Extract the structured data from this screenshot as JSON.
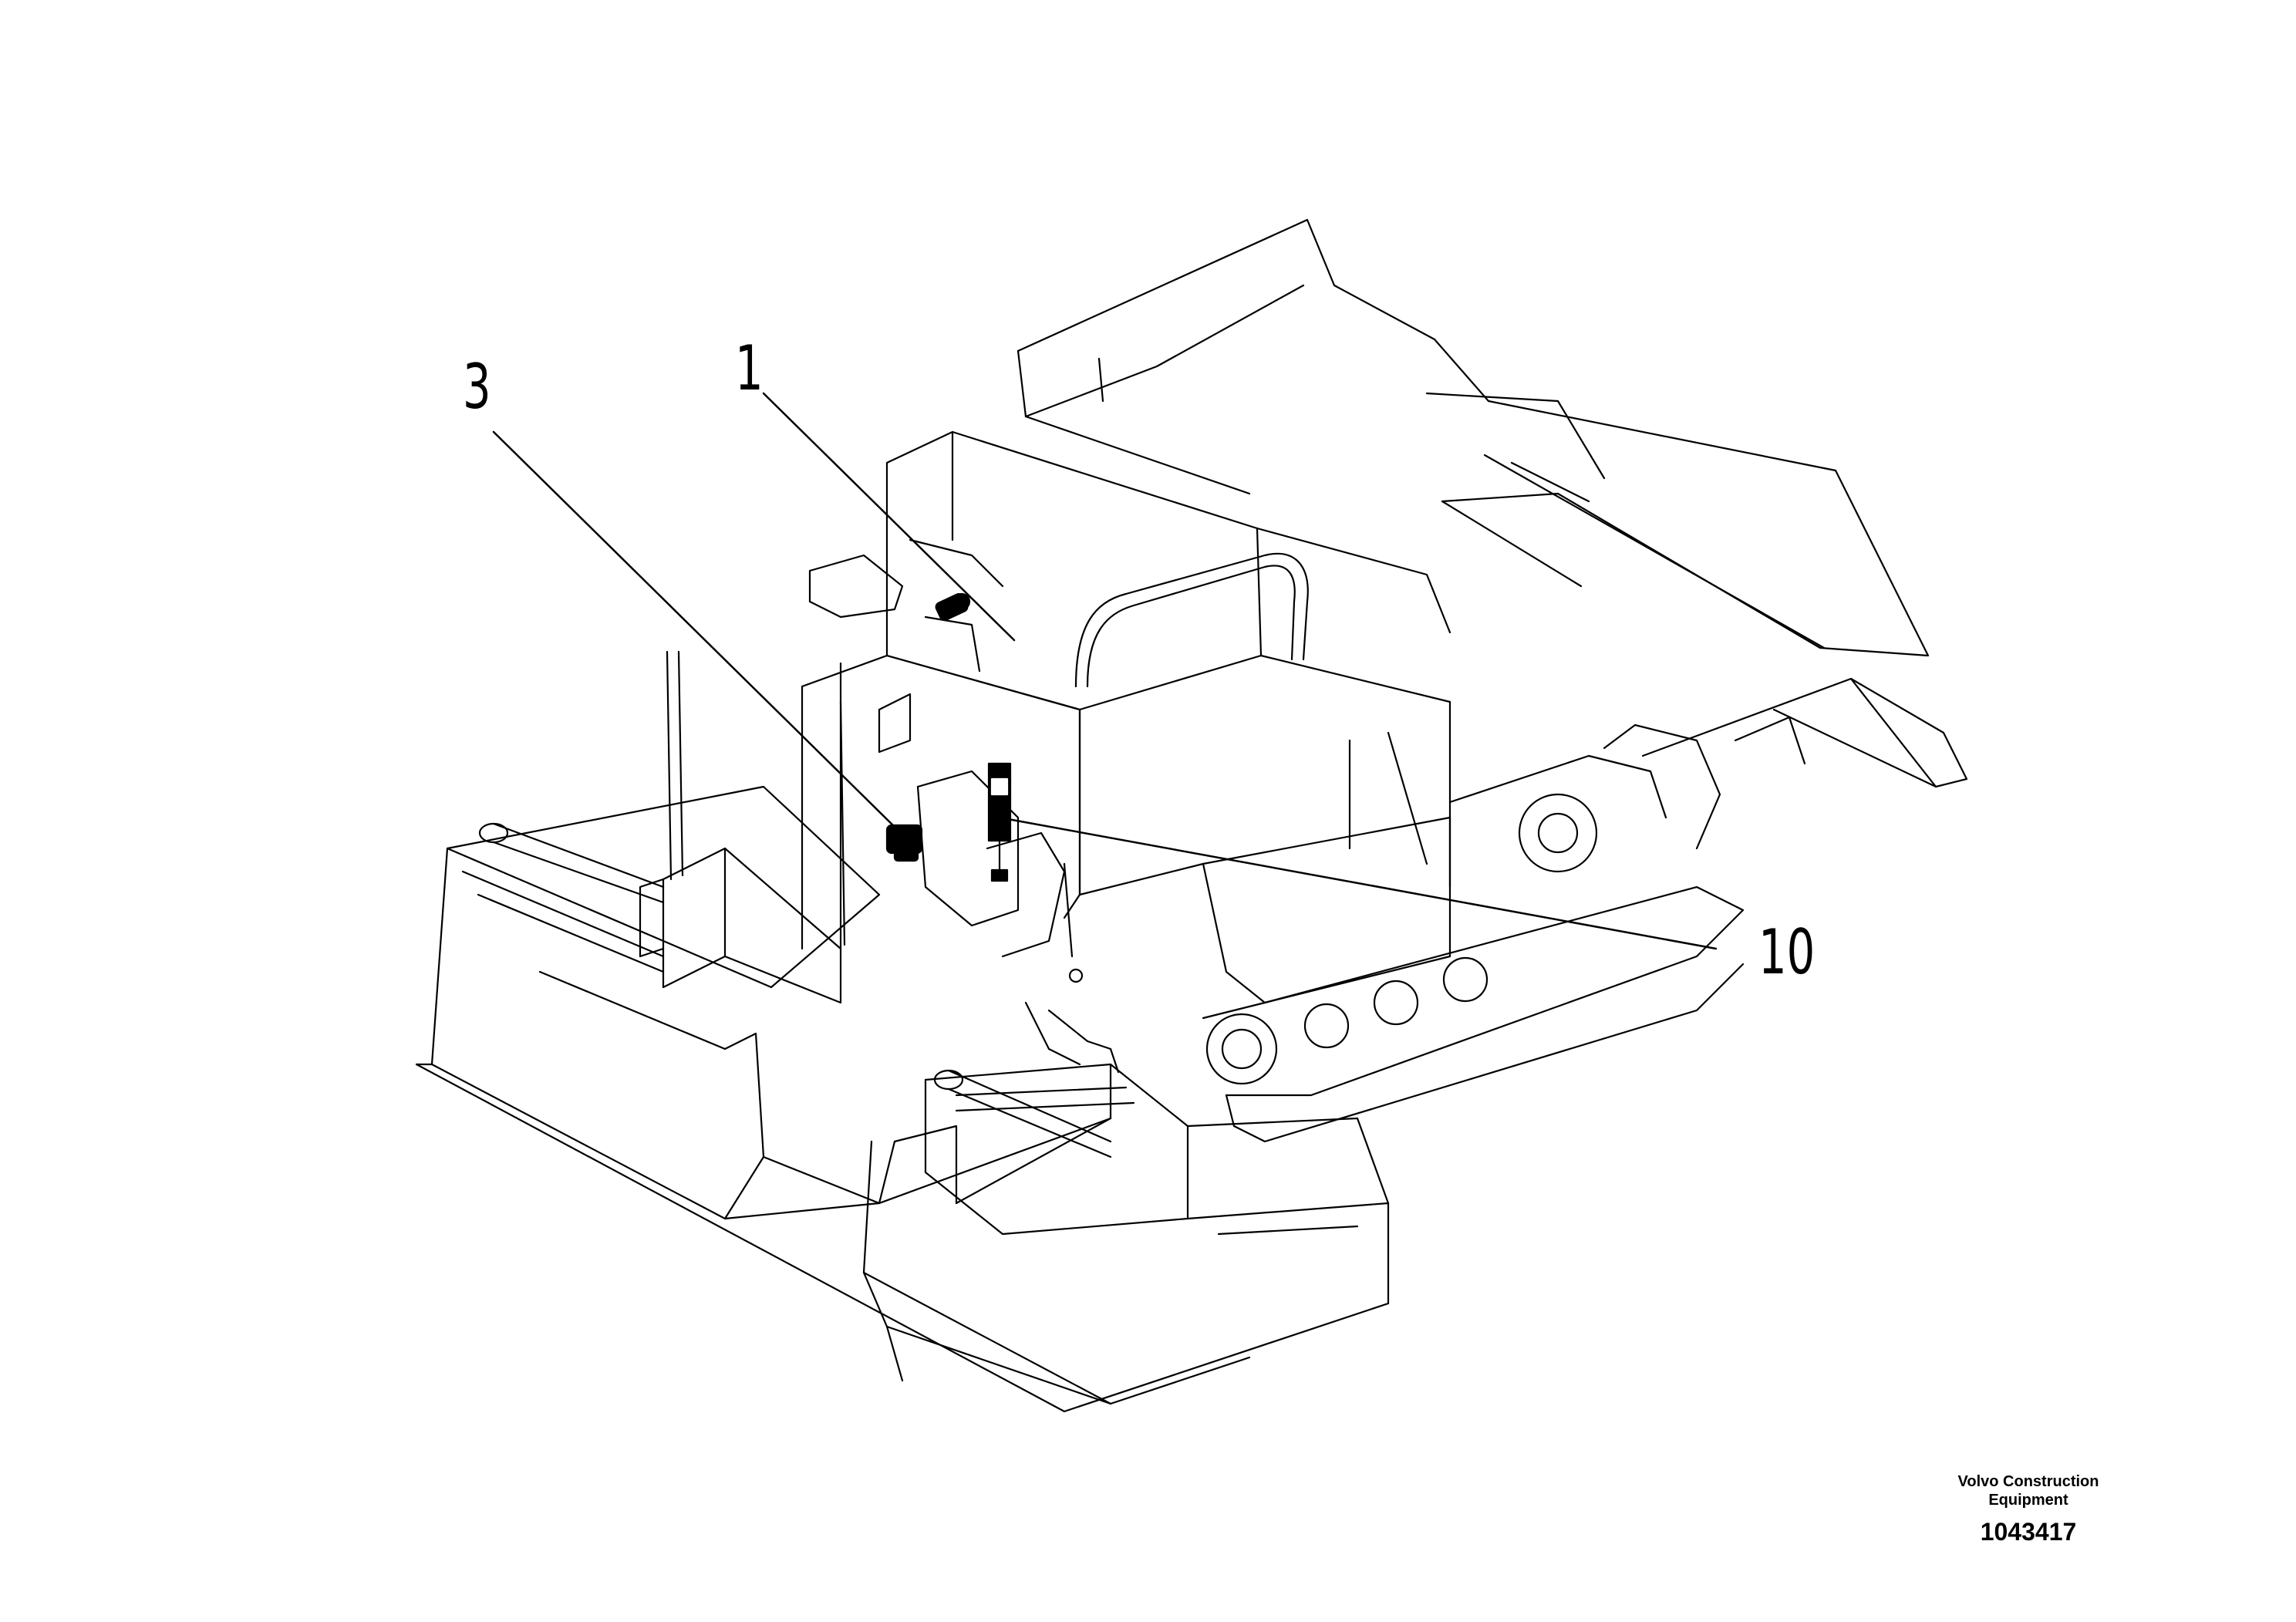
{
  "callouts": [
    {
      "id": "callout-3",
      "label": "3"
    },
    {
      "id": "callout-1",
      "label": "1"
    },
    {
      "id": "callout-10",
      "label": "10"
    }
  ],
  "brand": {
    "line1": "Volvo Construction",
    "line2": "Equipment"
  },
  "drawing_number": "1043417",
  "colors": {
    "line": "#000000",
    "background": "#ffffff"
  }
}
